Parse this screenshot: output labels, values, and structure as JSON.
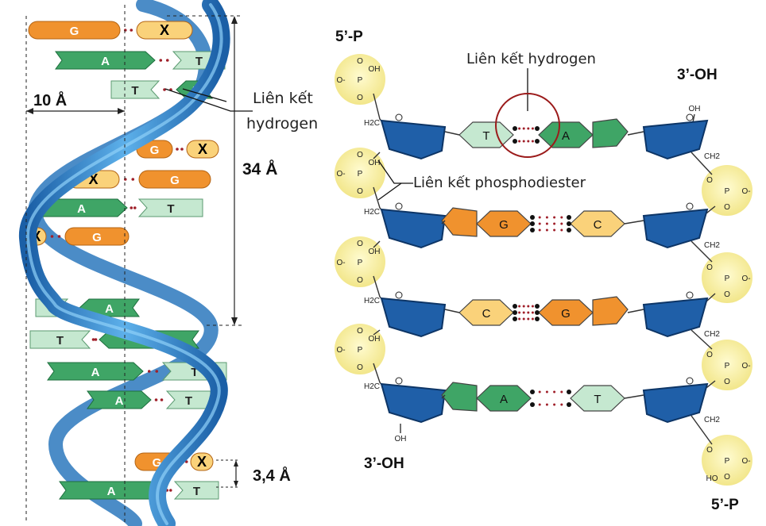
{
  "helix": {
    "width_label": "10 Å",
    "pitch_label": "34 Å",
    "rise_label": "3,4 Å",
    "hbond_label_line1": "Liên kết",
    "hbond_label_line2": "hydrogen",
    "pairs": [
      {
        "left": "G",
        "right": "X"
      },
      {
        "left": "A",
        "right": "T"
      },
      {
        "left": "T",
        "right": "A"
      },
      {
        "left": "G",
        "right": "X"
      },
      {
        "left": "X",
        "right": "G"
      },
      {
        "left": "A",
        "right": "T"
      },
      {
        "left": "X",
        "right": "G"
      },
      {
        "left": "T",
        "right": "A"
      },
      {
        "left": "T",
        "right": "A"
      },
      {
        "left": "A",
        "right": "T"
      },
      {
        "left": "A",
        "right": "T"
      },
      {
        "left": "G",
        "right": "X"
      },
      {
        "left": "A",
        "right": "T"
      }
    ]
  },
  "structure": {
    "five_p_top": "5’-P",
    "three_oh_top": "3’-OH",
    "three_oh_bottom": "3’-OH",
    "five_p_bottom": "5’-P",
    "hbond_label": "Liên kết hydrogen",
    "phosphodiester_label": "Liên kết phosphodiester",
    "rows": [
      {
        "left": "T",
        "right": "A"
      },
      {
        "left": "G",
        "right": "C"
      },
      {
        "left": "C",
        "right": "G"
      },
      {
        "left": "A",
        "right": "T"
      }
    ],
    "chem": {
      "P": "P",
      "O": "O",
      "OH": "OH",
      "HO": "HO",
      "Om": "O-",
      "H2C": "H2C",
      "CH2": "CH2"
    }
  },
  "colors": {
    "backbone": "#3d8fd0",
    "G": "#f0922e",
    "C": "#fad27a",
    "A": "#3fa566",
    "T": "#c5e8d0",
    "X": "#fad27a",
    "sugar": "#1f5fa8",
    "phosphate": "#f8f0a0",
    "hbond": "#a0202a"
  }
}
